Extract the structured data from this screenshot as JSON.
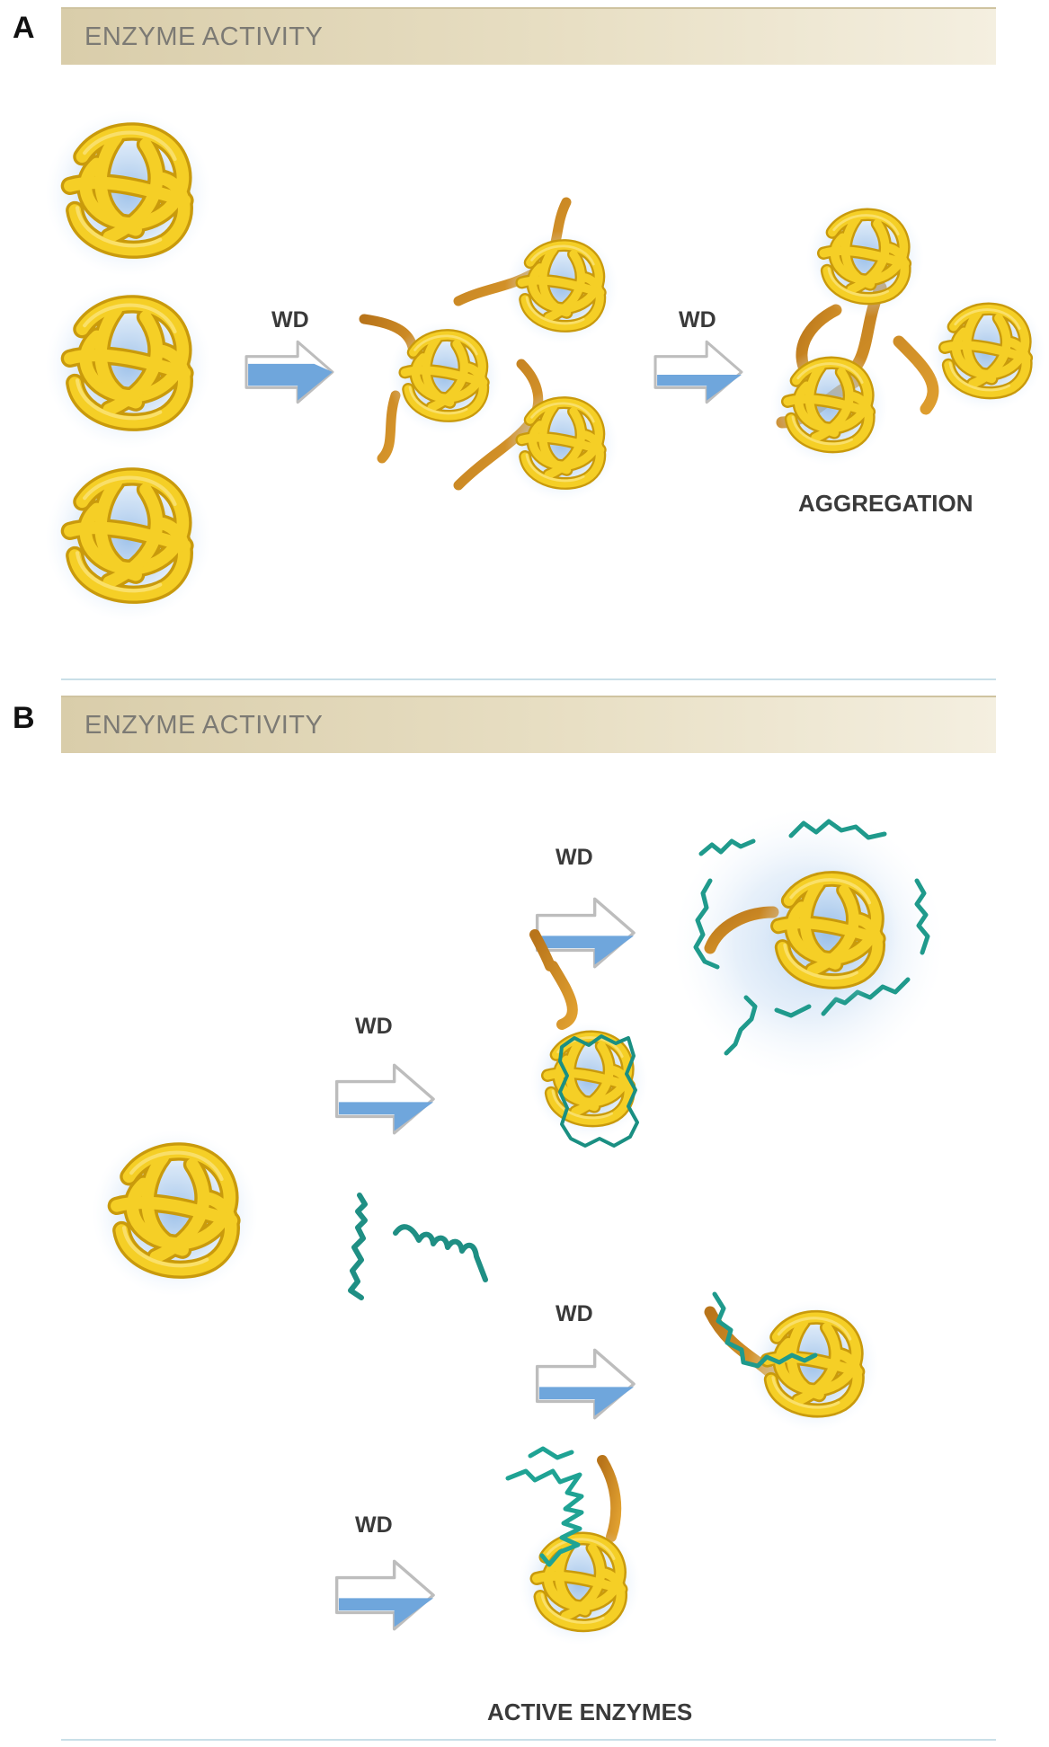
{
  "panels": [
    {
      "letter": "A",
      "banner": "ENZYME ACTIVITY",
      "outcome": "AGGREGATION"
    },
    {
      "letter": "B",
      "banner": "ENZYME ACTIVITY",
      "outcome": "ACTIVE ENZYMES"
    }
  ],
  "arrow_label": "WD",
  "colors": {
    "coil": "#f2c81e",
    "coil_edge": "#c99a0c",
    "tail": "#c98a20",
    "core_glow": "#a9c8ea",
    "peptide": "#1f9a8c",
    "arrow_fill": "#7fb2e0",
    "banner": "#ddd2b2"
  }
}
